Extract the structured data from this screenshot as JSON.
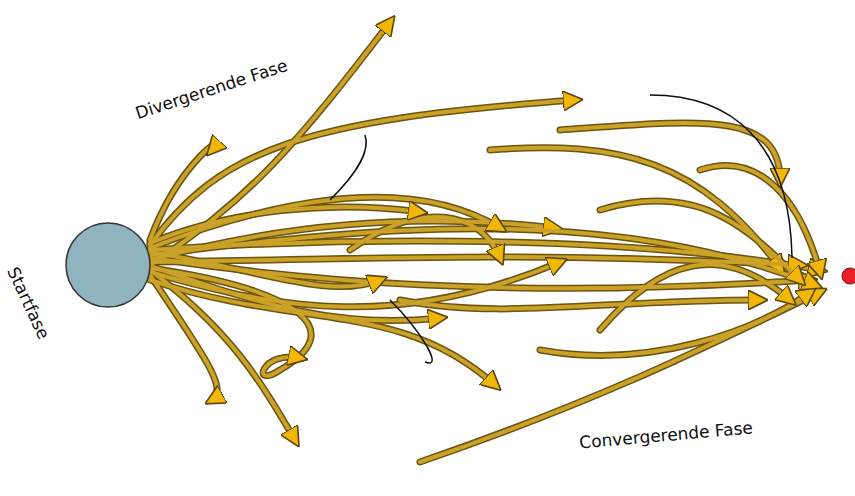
{
  "diagram": {
    "labels": [
      "Divergerende Fase",
      "Startfase",
      "Convergerende Fase"
    ]
  }
}
